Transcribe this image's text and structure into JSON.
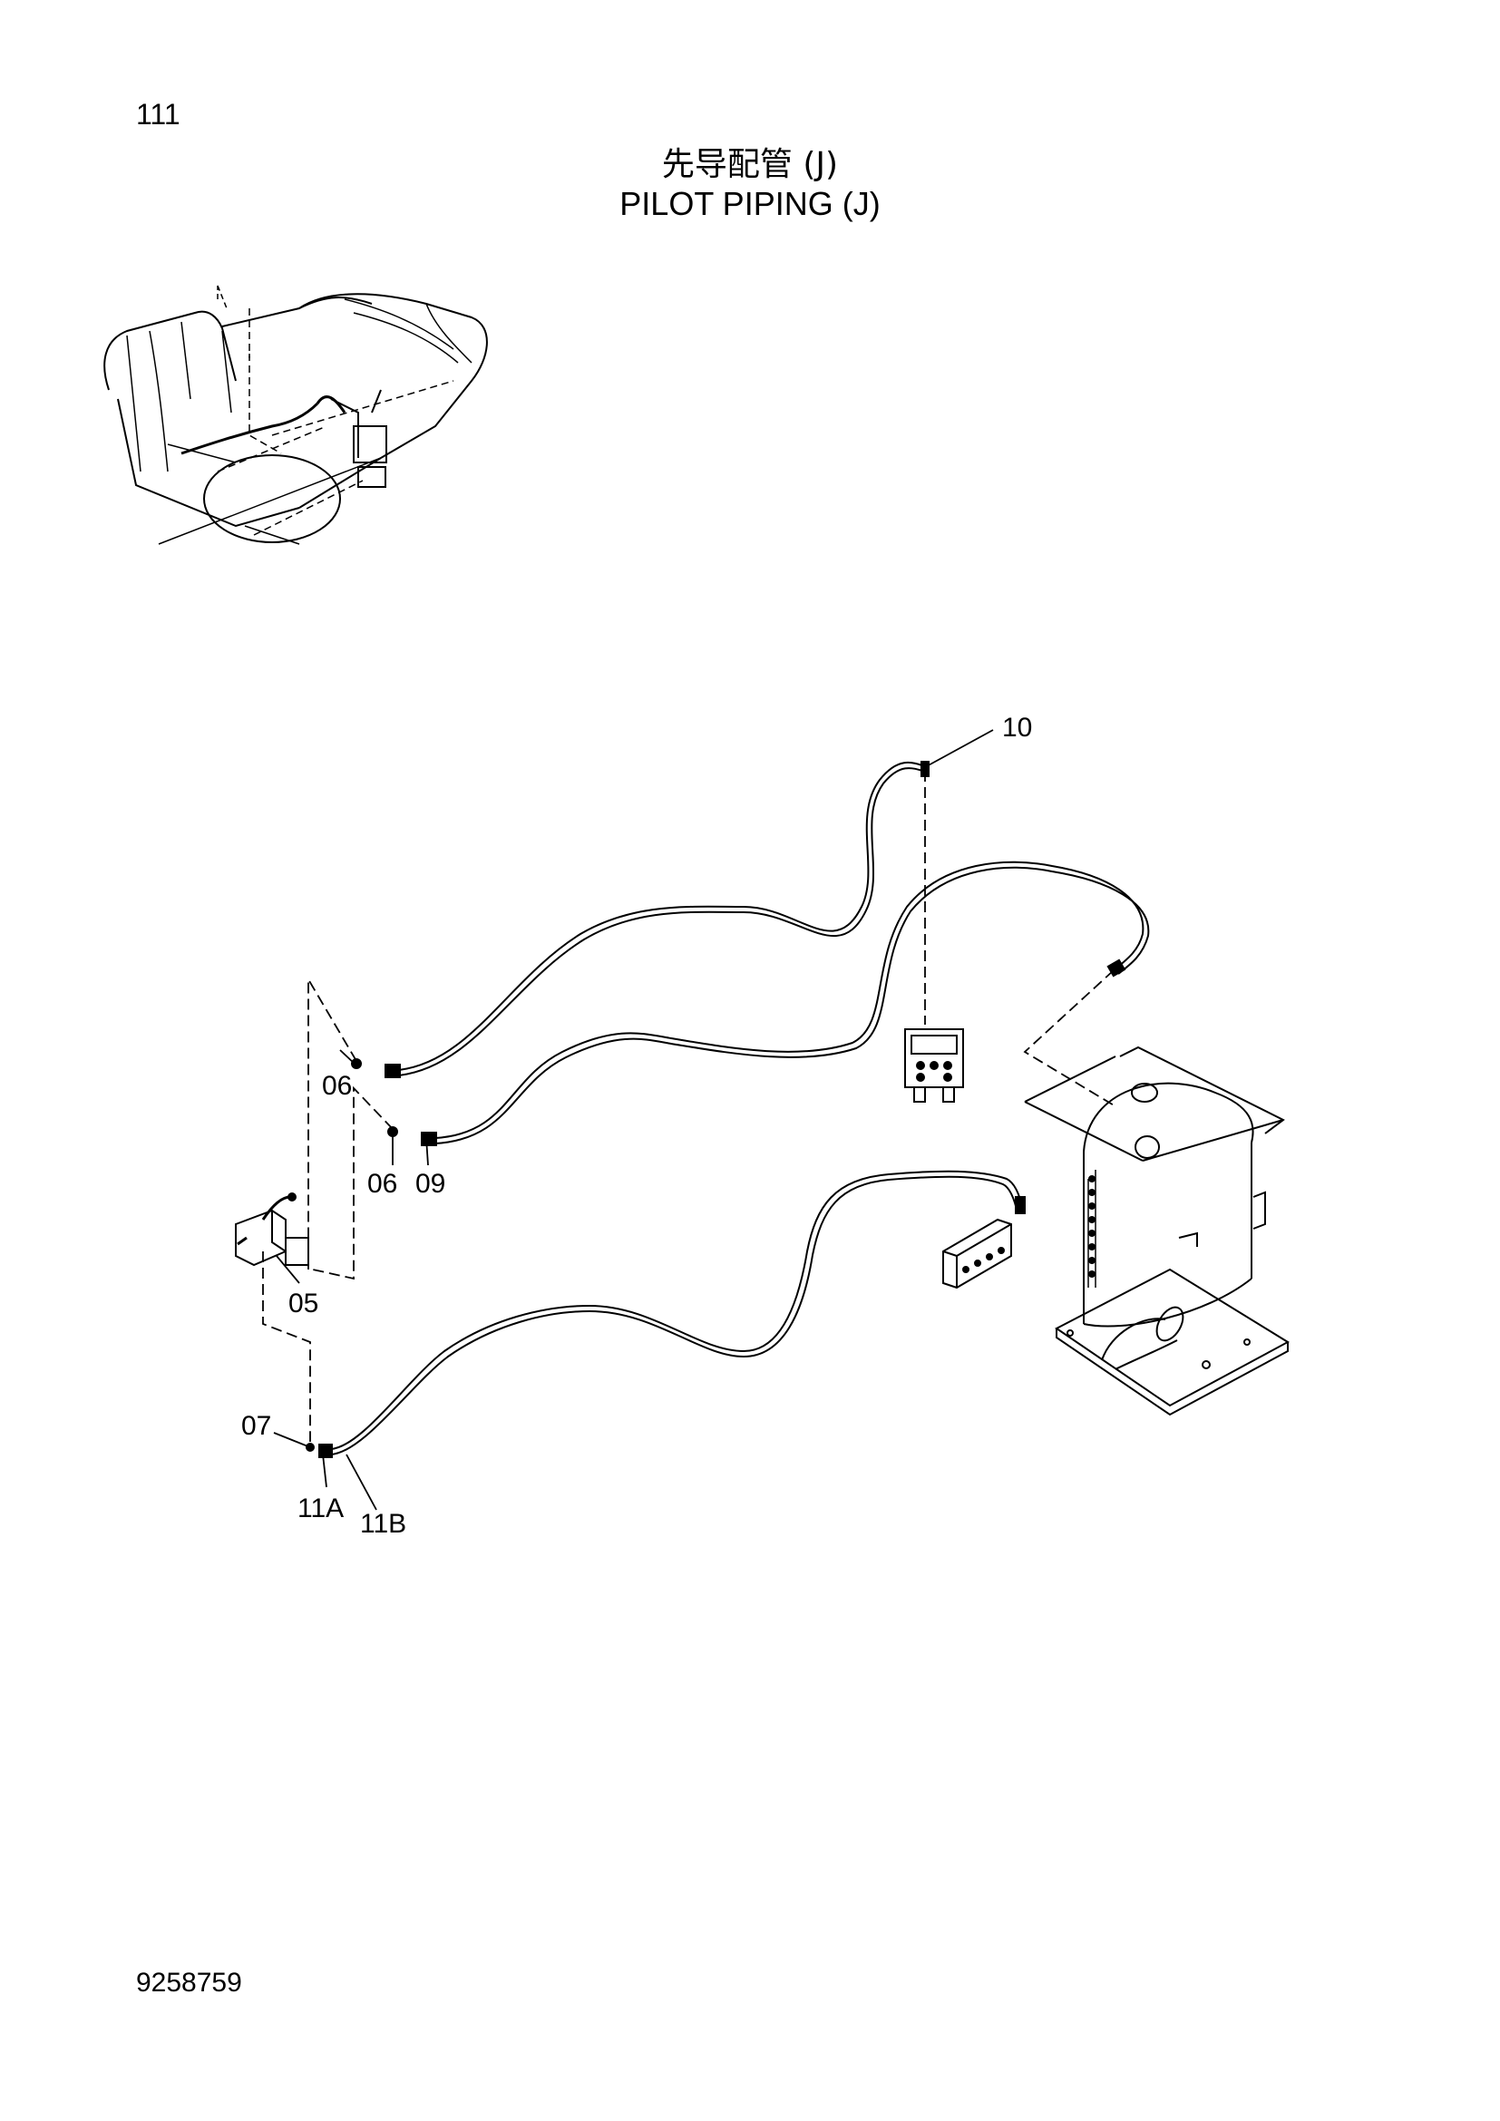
{
  "page_number": "111",
  "title_cn": "先导配管 (J)",
  "title_en": "PILOT PIPING (J)",
  "document_number": "9258759",
  "callouts": {
    "c10": "10",
    "c06a": "06",
    "c06b": "06",
    "c09": "09",
    "c05": "05",
    "c07": "07",
    "c11a": "11A",
    "c11b": "11B"
  }
}
